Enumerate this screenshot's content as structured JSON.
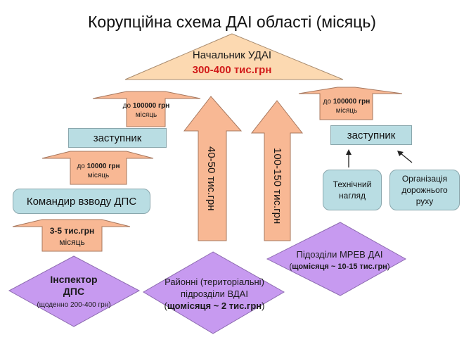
{
  "title": "Корупційна схема ДАІ області (місяць)",
  "top": {
    "label": "Начальник УДАІ",
    "amount": "300-400 тис.грн",
    "amount_color": "#d11a1a"
  },
  "left_chain": {
    "arrow_top": {
      "prefix": "до ",
      "amount": "100000 грн",
      "period": "місяць"
    },
    "deputy": "заступник",
    "arrow_mid": {
      "prefix": "до ",
      "amount": "10000 грн",
      "period": "місяць"
    },
    "commander": "Командир взводу ДПС",
    "arrow_bottom": {
      "amount": "3-5 тис.грн",
      "period": "місяць"
    }
  },
  "center_arrows": [
    {
      "label": "40-50 тис.грн"
    },
    {
      "label": "100-150 тис.грн"
    }
  ],
  "right_chain": {
    "arrow_top": {
      "prefix": "до ",
      "amount": "100000 грн",
      "period": "місяць"
    },
    "deputy": "заступник",
    "tech": "Технічний нагляд",
    "traffic": "Організація дорожнього руху"
  },
  "diamonds": {
    "inspector": {
      "line1": "Інспектор",
      "line2": "ДПС",
      "note": "(щоденно 200-400 грн)"
    },
    "district": {
      "line1": "Районні (територіальні)",
      "line2": "підрозділи ВДАІ",
      "note_open": "(",
      "note_bold": "щомісяця ~ 2 тис.грн",
      "note_close": ")"
    },
    "mrev": {
      "line1": "Підозділи МРЕВ ДАІ",
      "note_open": "(",
      "note_bold": "щомісяця ~ 10-15 тис.грн",
      "note_close": ")"
    }
  },
  "colors": {
    "arrow_fill": "#f8b894",
    "roof_fill": "#fcd9b1",
    "box_fill": "#b9dde3",
    "diamond_fill": "#c79af0"
  }
}
